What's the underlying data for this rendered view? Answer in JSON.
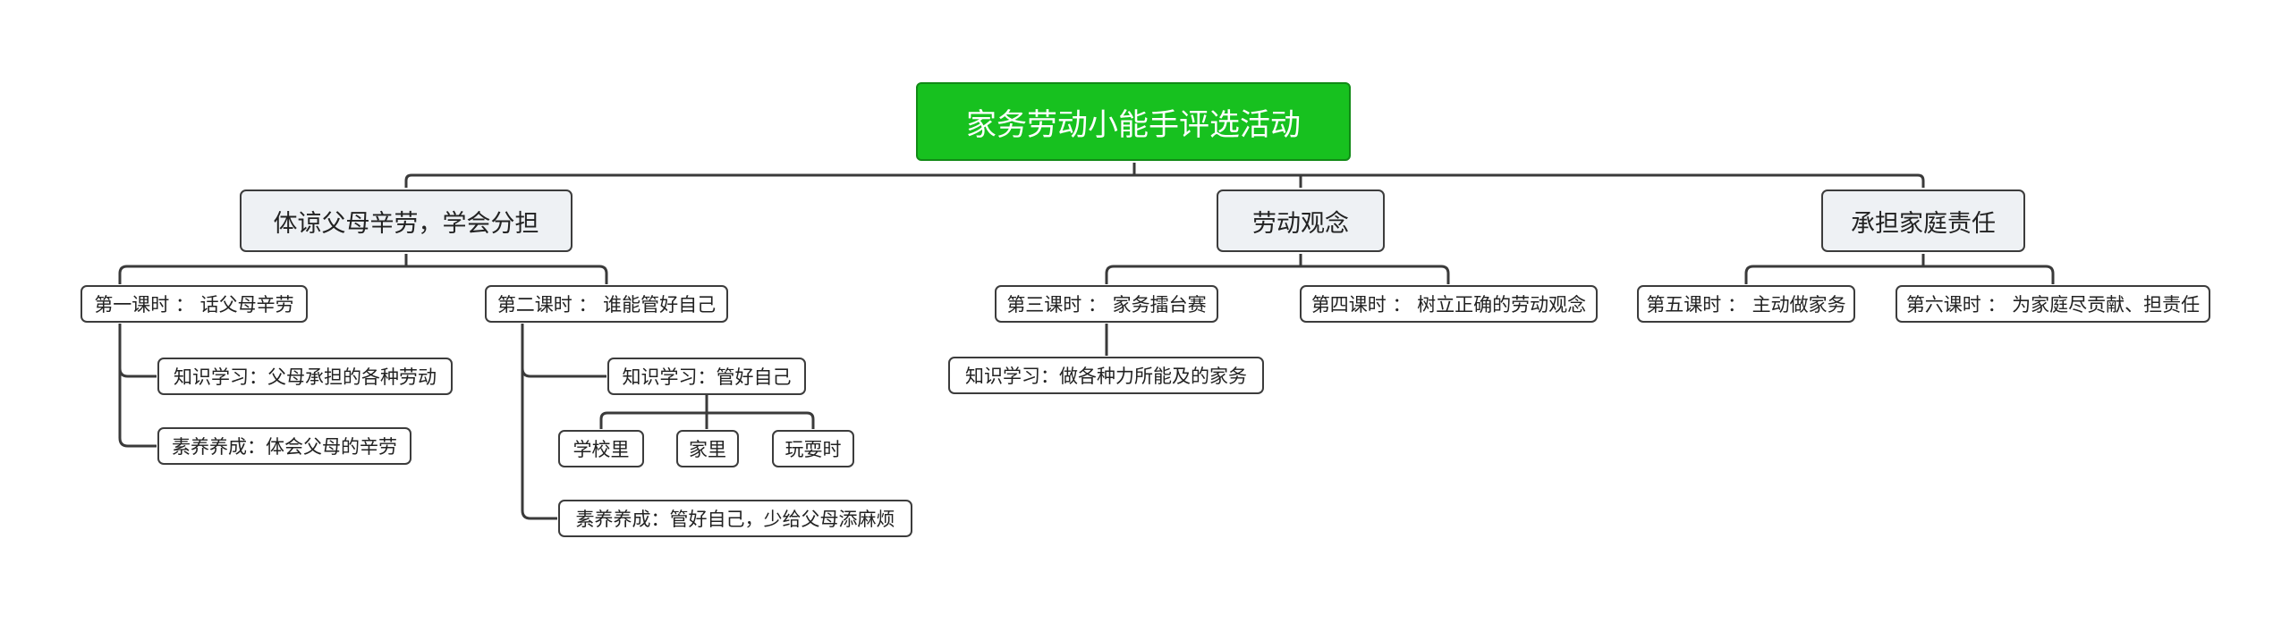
{
  "root": {
    "label": "家务劳动小能手评选活动",
    "color": "#17c11f"
  },
  "branches": [
    {
      "label": "体谅父母辛劳，学会分担",
      "children": [
        {
          "label": "第一课时 ： 话父母辛劳",
          "children": [
            {
              "label": "知识学习：父母承担的各种劳动"
            },
            {
              "label": "素养养成：体会父母的辛劳"
            }
          ]
        },
        {
          "label": "第二课时 ： 谁能管好自己",
          "children": [
            {
              "label": "知识学习：管好自己",
              "children": [
                {
                  "label": "学校里"
                },
                {
                  "label": "家里"
                },
                {
                  "label": "玩耍时"
                }
              ]
            },
            {
              "label": "素养养成：管好自己，少给父母添麻烦"
            }
          ]
        }
      ]
    },
    {
      "label": "劳动观念",
      "children": [
        {
          "label": "第三课时 ： 家务擂台赛",
          "children": [
            {
              "label": "知识学习：做各种力所能及的家务"
            }
          ]
        },
        {
          "label": "第四课时 ： 树立正确的劳动观念"
        }
      ]
    },
    {
      "label": "承担家庭责任",
      "children": [
        {
          "label": "第五课时 ： 主动做家务"
        },
        {
          "label": "第六课时 ： 为家庭尽贡献、担责任"
        }
      ]
    }
  ]
}
